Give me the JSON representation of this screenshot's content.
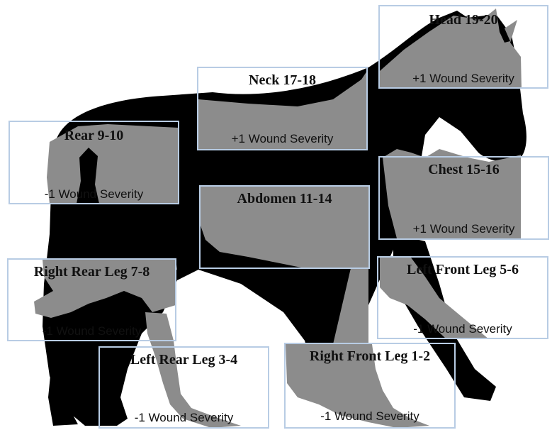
{
  "colors": {
    "silhouette": "#000000",
    "zone_fill": "#8c8c8c",
    "zone_border": "#b8cce4"
  },
  "zones": {
    "head": {
      "title": "Head 19-20",
      "effect": "+1 Wound Severity"
    },
    "neck": {
      "title": "Neck 17-18",
      "effect": "+1 Wound Severity"
    },
    "rear": {
      "title": "Rear 9-10",
      "effect": "-1 Wound Severity"
    },
    "chest": {
      "title": "Chest 15-16",
      "effect": "+1 Wound Severity"
    },
    "abdomen": {
      "title": "Abdomen 11-14",
      "effect": ""
    },
    "right_rear_leg": {
      "title": "Right Rear Leg 7-8",
      "effect": "-1 Wound Severity"
    },
    "left_front_leg": {
      "title": "Left Front Leg 5-6",
      "effect": "-1 Wound Severity"
    },
    "left_rear_leg": {
      "title": "Left Rear Leg 3-4",
      "effect": "-1 Wound Severity"
    },
    "right_front_leg": {
      "title": "Right Front Leg 1-2",
      "effect": "-1 Wound Severity"
    }
  }
}
